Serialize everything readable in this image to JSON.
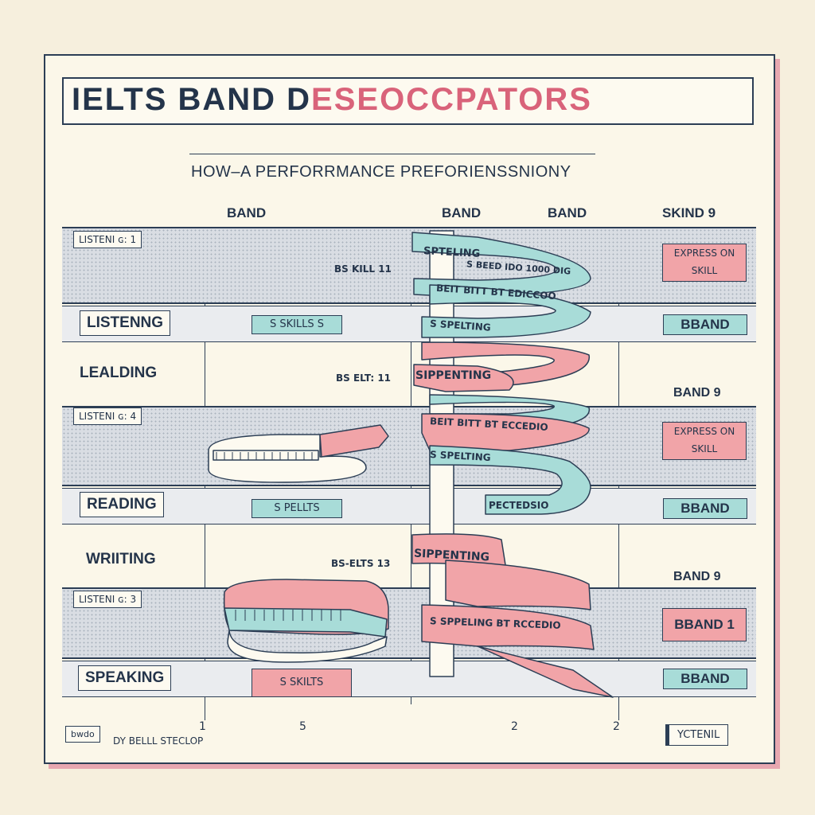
{
  "title": {
    "part1": "IELTS  BAND D",
    "part2": "ESEOCCPATORS"
  },
  "subtitle": "HOW–A PERFORRMANCE PREFORIENSSNIONY",
  "column_headers": [
    "BAND",
    "BAND",
    "BAND",
    "SKIND 9"
  ],
  "rows": [
    {
      "small_label": "LISTENI ɢ: 1",
      "skill": "LISTENNG",
      "skills_box": "S SKILLS S",
      "bs_label": "BS KILL 11",
      "right_box": "EXPRESS ON SKILL",
      "right_band": "BBAND"
    },
    {
      "heading": "LEALDING",
      "small_label": "LISTENI ɢ: 4",
      "skill": "READING",
      "skills_box": "S PELLTS",
      "bs_label": "BS ELT: 11",
      "band_heading": "BAND 9",
      "right_box": "EXPRESS ON SKILL",
      "right_band": "BBAND"
    },
    {
      "heading": "WRIITING",
      "small_label": "LISTENI ɢ: 3",
      "skill": "SPEAKING",
      "skills_box": "S SKILTS",
      "bs_label": "BS-ELTS 13",
      "band_heading": "BAND 9",
      "right_box": "BBAND 1",
      "right_band": "BBAND"
    }
  ],
  "ribbon_labels": [
    "SPTELING",
    "S BEED IDO 1000 DIG",
    "BEIT BITT BT EDICCOO",
    "S SPELTING",
    "SIPPENTING",
    "BEIT BITT BT ECCEDIO",
    "S SPELTING",
    "PECTEDSIO",
    "SIPPENTING",
    "S SPPELING BT RCCEDIO"
  ],
  "axis_numbers": [
    "1",
    "5",
    "2",
    "2"
  ],
  "footer": {
    "left_box": "bwdo",
    "credit": "DY BELLL STECLOP",
    "right_box": "YCTENIL"
  },
  "colors": {
    "ink": "#2c3e55",
    "pink": "#f1a4a8",
    "teal": "#a8dcd8",
    "accent": "#d9637a",
    "paper": "#fbf7e9"
  }
}
